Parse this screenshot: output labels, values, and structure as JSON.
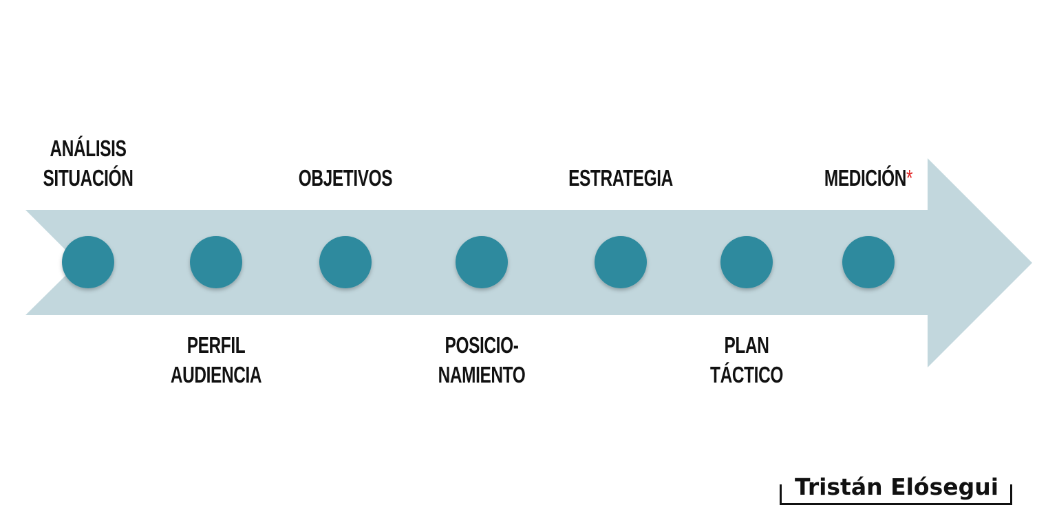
{
  "diagram": {
    "arrow_color": "#c2d7dd",
    "node_color": "#2e8a9e",
    "steps": [
      {
        "label_lines": [
          "ANÁLISIS",
          "SITUACIÓN"
        ],
        "position": "above"
      },
      {
        "label_lines": [
          "PERFIL",
          "AUDIENCIA"
        ],
        "position": "below"
      },
      {
        "label_lines": [
          "OBJETIVOS"
        ],
        "position": "above"
      },
      {
        "label_lines": [
          "POSICIO-",
          "NAMIENTO"
        ],
        "position": "below"
      },
      {
        "label_lines": [
          "ESTRATEGIA"
        ],
        "position": "above"
      },
      {
        "label_lines": [
          "PLAN",
          "TÁCTICO"
        ],
        "position": "below"
      },
      {
        "label_lines": [
          "MEDICIÓN"
        ],
        "position": "above",
        "marker": "*",
        "marker_color": "#e02020"
      }
    ]
  },
  "brand": {
    "name": "Tristán Elósegui"
  }
}
